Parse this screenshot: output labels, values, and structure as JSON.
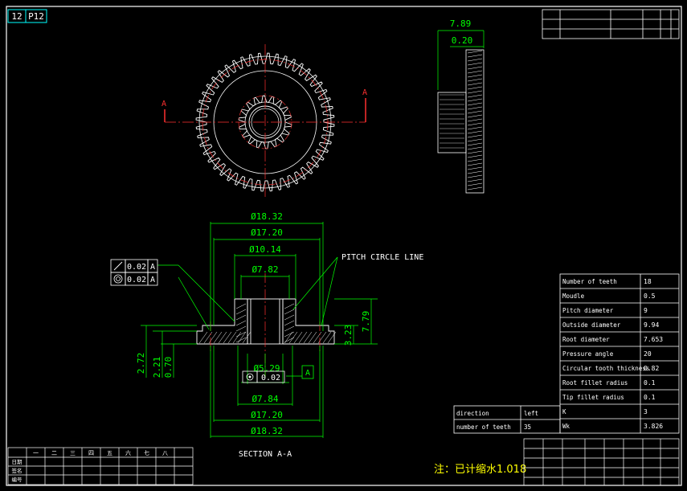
{
  "badge": {
    "num": "12",
    "code": "P12"
  },
  "dims": {
    "width_top": "7.89",
    "step_top": "0.20",
    "d1": "Ø18.32",
    "d2": "Ø17.20",
    "d3": "Ø10.14",
    "d4": "Ø7.82",
    "h_total": "7.79",
    "h_flange": "3.23",
    "l1": "2.72",
    "l2": "2.21",
    "l3": "0.70",
    "bore": "Ø5.29",
    "bore_tol": "0.02",
    "bore_ref": "A",
    "b1": "Ø7.84",
    "b2": "Ø17.20",
    "b3": "Ø18.32"
  },
  "section_marks": {
    "left": "A",
    "right": "A"
  },
  "tolerance": {
    "row1": {
      "symbol": "runout",
      "value": "0.02",
      "ref": "A"
    },
    "row2": {
      "symbol": "concentricity",
      "value": "0.02",
      "ref": "A"
    }
  },
  "labels": {
    "pitch_line": "PITCH CIRCLE LINE",
    "section": "SECTION  A-A",
    "note": "注：已计缩水1.018"
  },
  "params": [
    {
      "name": "Number of teeth",
      "value": "18"
    },
    {
      "name": "Moudle",
      "value": "0.5"
    },
    {
      "name": "Pitch diameter",
      "value": "9"
    },
    {
      "name": "Outside diameter",
      "value": "9.94"
    },
    {
      "name": "Root diameter",
      "value": "7.653"
    },
    {
      "name": "Pressure angle",
      "value": "20"
    },
    {
      "name": "Circular tooth thickness",
      "value": "0.82"
    },
    {
      "name": "Root fillet radius",
      "value": "0.1"
    },
    {
      "name": "Tip fillet radius",
      "value": "0.1"
    },
    {
      "name": "K",
      "value": "3"
    },
    {
      "name": "Wk",
      "value": "3.826"
    }
  ],
  "params2": [
    {
      "name": "direction",
      "value": "left"
    },
    {
      "name": "number of teeth",
      "value": "35"
    }
  ],
  "revision": {
    "header": [
      "",
      "一",
      "二",
      "三",
      "四",
      "五",
      "六",
      "七",
      "八"
    ],
    "rows": [
      "日期",
      "签名",
      "编号"
    ]
  },
  "gear": {
    "outer_teeth": 48,
    "inner_teeth": 18
  }
}
